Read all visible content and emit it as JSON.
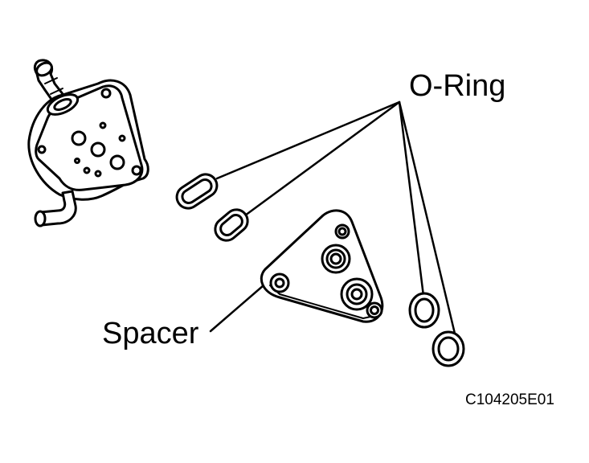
{
  "labels": {
    "o_ring": "O-Ring",
    "spacer": "Spacer",
    "figure_code": "C104205E01"
  },
  "colors": {
    "line": "#000000",
    "background": "#ffffff"
  }
}
